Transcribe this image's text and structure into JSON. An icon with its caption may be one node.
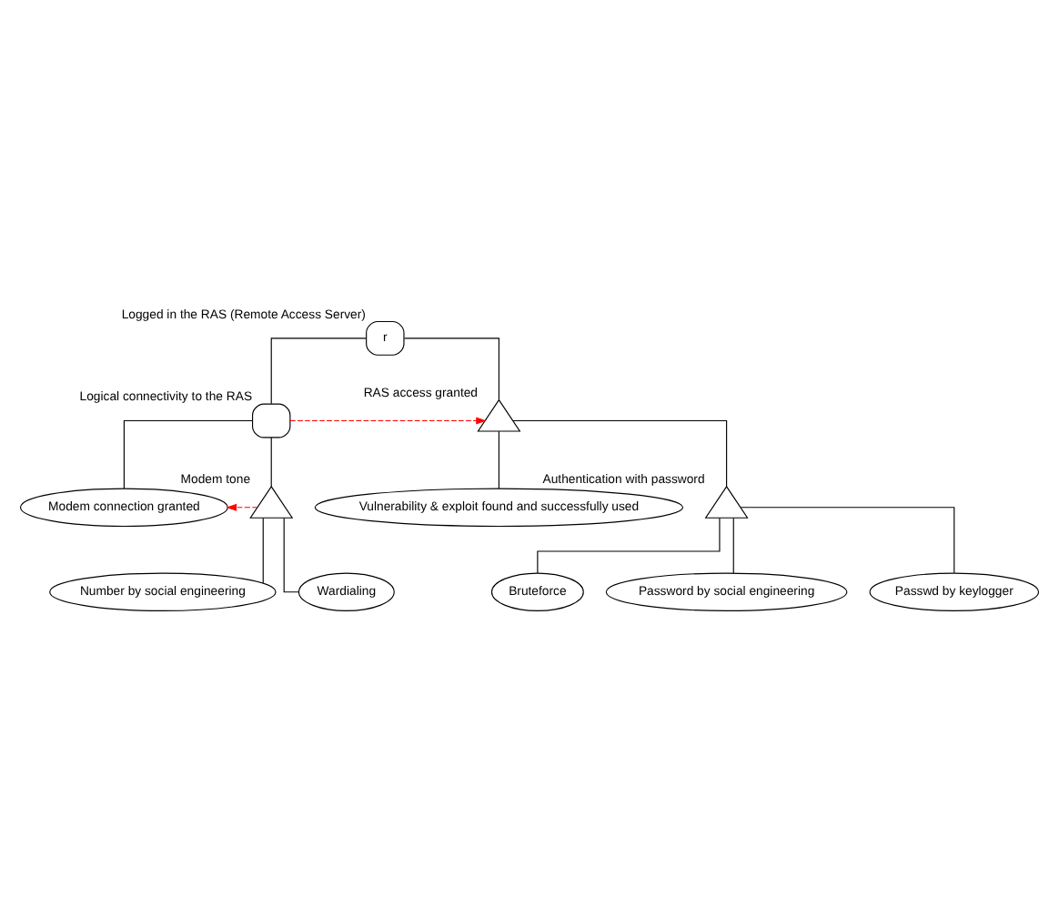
{
  "diagram": {
    "nodes": [
      {
        "text": [
          "r",
          "Logged in the RAS (Remote Access Server)"
        ]
      },
      {
        "text": [
          "Logical connectivity to the RAS"
        ]
      },
      {
        "text": [
          "RAS access granted"
        ]
      },
      {
        "text": [
          "Modem connection granted"
        ]
      },
      {
        "text": [
          "Modem tone"
        ]
      },
      {
        "text": [
          "Vulnerability & exploit found and successfully used"
        ]
      },
      {
        "text": [
          "Authentication with password"
        ]
      },
      {
        "text": [
          "Number by social engineering"
        ]
      },
      {
        "text": [
          "Wardialing"
        ]
      },
      {
        "text": [
          "Bruteforce"
        ]
      },
      {
        "text": [
          "Password by social engineering"
        ]
      },
      {
        "text": [
          "Passwd by keylogger"
        ]
      }
    ],
    "edges": [
      {
        "from": 0,
        "to": 1,
        "arrow": "none"
      },
      {
        "from": 0,
        "to": 2,
        "arrow": "none"
      },
      {
        "from": 1,
        "to": 2,
        "arrow": "to",
        "style": "dashed",
        "color": "#ff0000"
      },
      {
        "from": 1,
        "to": 3,
        "arrow": "none"
      },
      {
        "from": 1,
        "to": 4,
        "arrow": "none"
      },
      {
        "from": 4,
        "to": 3,
        "arrow": "to",
        "style": "dashed",
        "color": "#ff0000"
      },
      {
        "from": 2,
        "to": 5,
        "arrow": "none"
      },
      {
        "from": 2,
        "to": 6,
        "arrow": "none"
      },
      {
        "from": 4,
        "to": 7,
        "arrow": "none"
      },
      {
        "from": 4,
        "to": 8,
        "arrow": "none"
      },
      {
        "from": 6,
        "to": 9,
        "arrow": "none"
      },
      {
        "from": 6,
        "to": 10,
        "arrow": "none"
      },
      {
        "from": 6,
        "to": 11,
        "arrow": "none"
      }
    ]
  }
}
